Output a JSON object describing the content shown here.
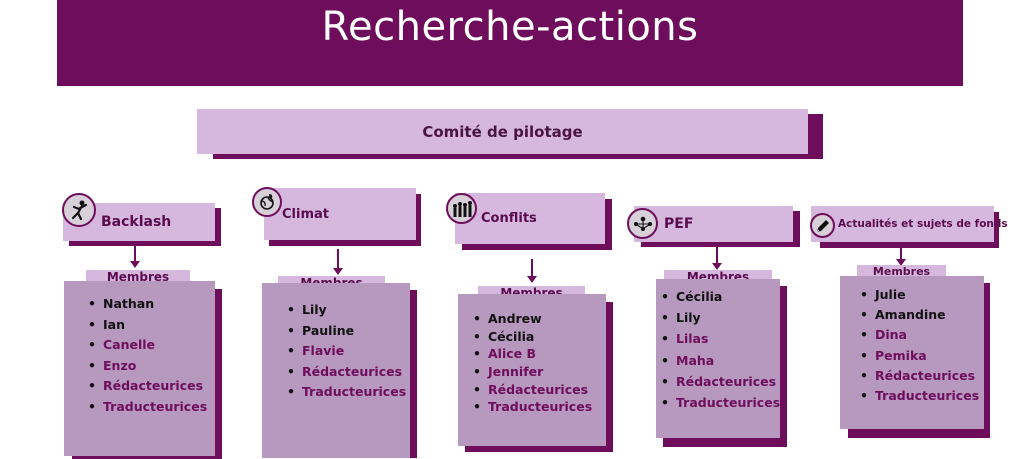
{
  "header": {
    "title": "Recherche-actions"
  },
  "copil": {
    "label": "Comité de pilotage"
  },
  "membres_label": "Membres",
  "teams": [
    {
      "title": "Backlash",
      "icon": "fist-raised-icon",
      "members": [
        {
          "name": "Nathan",
          "kind": "name"
        },
        {
          "name": "Ian",
          "kind": "name"
        },
        {
          "name": "Canelle",
          "kind": "role"
        },
        {
          "name": "Enzo",
          "kind": "role"
        },
        {
          "name": "Rédacteurices",
          "kind": "role"
        },
        {
          "name": "Traducteurices",
          "kind": "role"
        }
      ]
    },
    {
      "title": "Climat",
      "icon": "globe-leaf-icon",
      "members": [
        {
          "name": "Lily",
          "kind": "name"
        },
        {
          "name": "Pauline",
          "kind": "name"
        },
        {
          "name": "Flavie",
          "kind": "role"
        },
        {
          "name": "Rédacteurices",
          "kind": "role"
        },
        {
          "name": "Traducteurices",
          "kind": "role"
        }
      ]
    },
    {
      "title": "Conflits",
      "icon": "people-march-icon",
      "members": [
        {
          "name": "Andrew",
          "kind": "name"
        },
        {
          "name": "Cécilia",
          "kind": "name"
        },
        {
          "name": "Alice B",
          "kind": "role"
        },
        {
          "name": "Jennifer",
          "kind": "role"
        },
        {
          "name": "Rédacteurices",
          "kind": "role"
        },
        {
          "name": "Traducteurices",
          "kind": "role"
        }
      ]
    },
    {
      "title": "PEF",
      "icon": "group-network-icon",
      "members": [
        {
          "name": "Cécilia",
          "kind": "name"
        },
        {
          "name": "Lily",
          "kind": "name"
        },
        {
          "name": "Lilas",
          "kind": "role"
        },
        {
          "name": "Maha",
          "kind": "role"
        },
        {
          "name": "Rédacteurices",
          "kind": "role"
        },
        {
          "name": "Traducteurices",
          "kind": "role"
        }
      ]
    },
    {
      "title": "Actualités et sujets de fonds",
      "icon": "pen-icon",
      "members": [
        {
          "name": "Julie",
          "kind": "name"
        },
        {
          "name": "Amandine",
          "kind": "name"
        },
        {
          "name": "Dina",
          "kind": "role"
        },
        {
          "name": "Pemika",
          "kind": "role"
        },
        {
          "name": "Rédacteurices",
          "kind": "role"
        },
        {
          "name": "Traducteurices",
          "kind": "role"
        }
      ]
    }
  ],
  "colors": {
    "banner": "#6e0d5c",
    "light_box": "#d6b8de",
    "member_box": "#b798bf",
    "name_text": "#111111",
    "role_text": "#6e0d5c"
  }
}
